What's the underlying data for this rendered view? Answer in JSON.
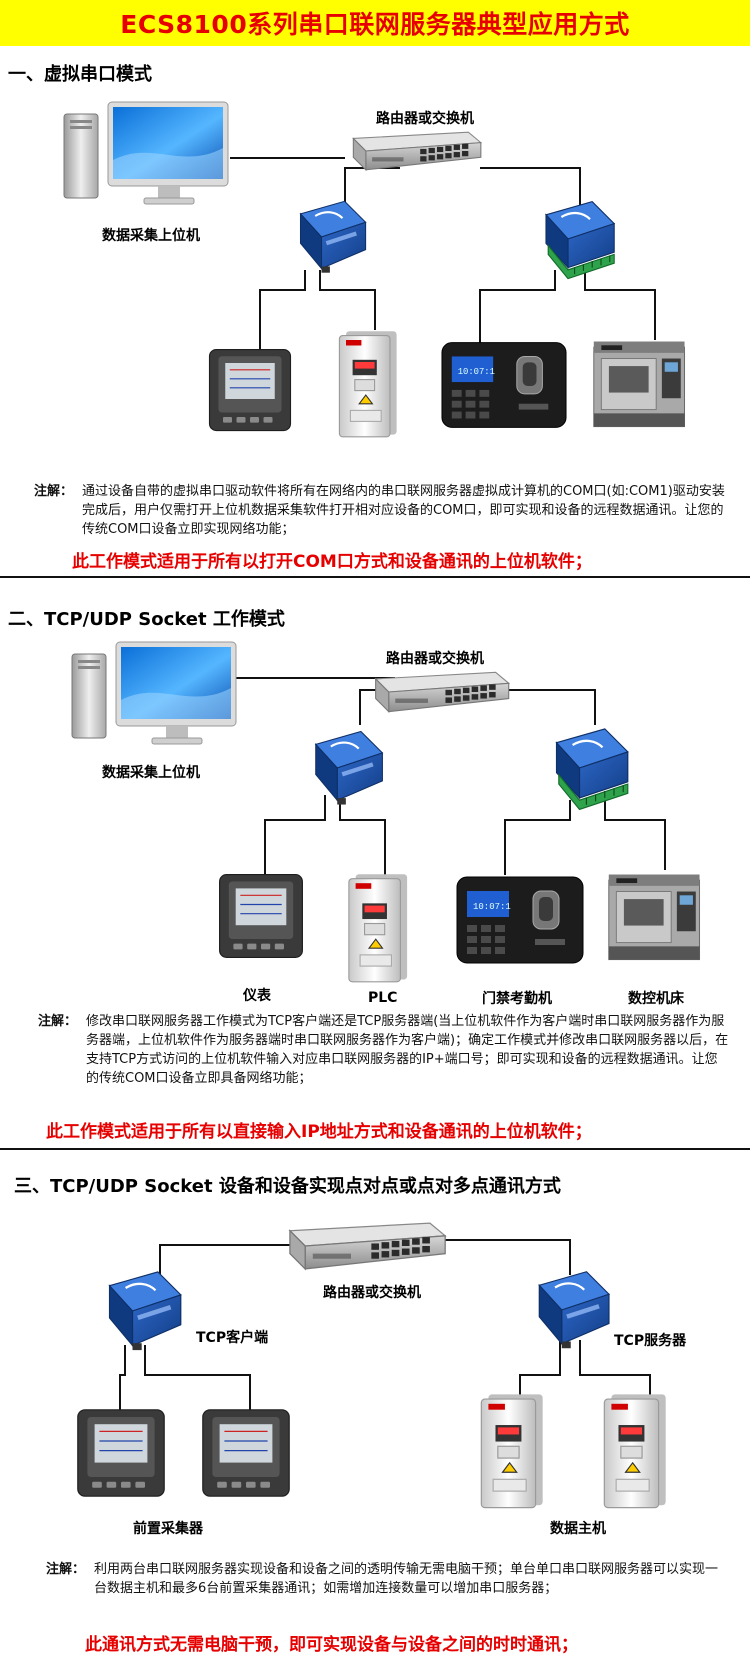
{
  "header": {
    "title": "ECS8100系列串口联网服务器典型应用方式"
  },
  "colors": {
    "banner_bg": "#ffff00",
    "title_red": "#e60000",
    "device_blue": "#1a4fa3"
  },
  "section1": {
    "title": "一、虚拟串口模式",
    "router_label": "路由器或交换机",
    "pc_label": "数据采集上位机",
    "note_head": "注解：",
    "note_body": "通过设备自带的虚拟串口驱动软件将所有在网络内的串口联网服务器虚拟成计算机的COM口(如:COM1)驱动安装完成后，用户仅需打开上位机数据采集软件打开相对应设备的COM口，即可实现和设备的远程数据通讯。让您的传统COM口设备立即实现网络功能；",
    "highlight": "此工作模式适用于所有以打开COM口方式和设备通讯的上位机软件；"
  },
  "section2": {
    "title": "二、TCP/UDP Socket 工作模式",
    "router_label": "路由器或交换机",
    "pc_label": "数据采集上位机",
    "device_labels": [
      "仪表",
      "PLC",
      "门禁考勤机",
      "数控机床"
    ],
    "note_head": "注解：",
    "note_body": "修改串口联网服务器工作模式为TCP客户端还是TCP服务器端(当上位机软件作为客户端时串口联网服务器作为服务器端，上位机软件作为服务器端时串口联网服务器作为客户端)；确定工作模式并修改串口联网服务器以后，在支持TCP方式访问的上位机软件输入对应串口联网服务器的IP+端口号；即可实现和设备的远程数据通讯。让您的传统COM口设备立即具备网络功能；",
    "highlight": "此工作模式适用于所有以直接输入IP地址方式和设备通讯的上位机软件；"
  },
  "section3": {
    "title": "三、TCP/UDP Socket 设备和设备实现点对点或点对多点通讯方式",
    "router_label": "路由器或交换机",
    "client_label": "TCP客户端",
    "server_label": "TCP服务器",
    "left_group_label": "前置采集器",
    "right_group_label": "数据主机",
    "note_head": "注解：",
    "note_body": "利用两台串口联网服务器实现设备和设备之间的透明传输无需电脑干预；单台单口串口联网服务器可以实现一台数据主机和最多6台前置采集器通讯；如需增加连接数量可以增加串口服务器；",
    "highlight": "此通讯方式无需电脑干预，即可实现设备与设备之间的时时通讯；"
  },
  "icons": {
    "router": "router-icon",
    "pc": "desktop-computer-icon",
    "server": "serial-server-icon",
    "meter": "power-meter-icon",
    "inverter": "inverter-icon",
    "attendance": "attendance-machine-icon",
    "cnc": "cnc-machine-icon"
  }
}
